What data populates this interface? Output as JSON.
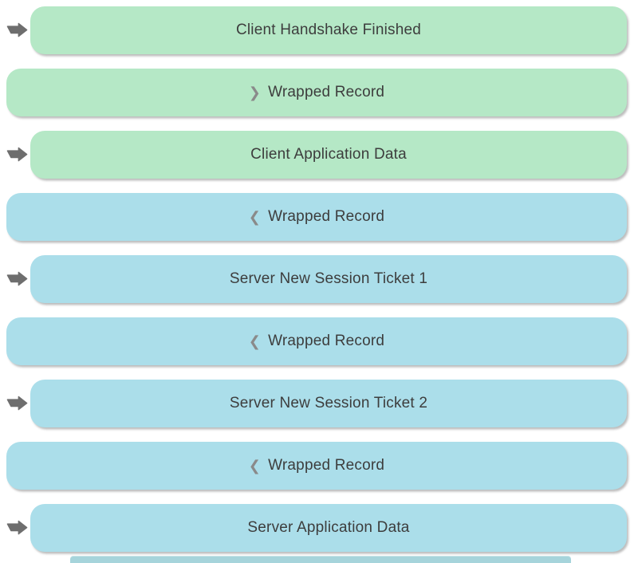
{
  "records": [
    {
      "label": "Client Handshake Finished",
      "direction": "client-to-server",
      "side": "client",
      "sent_arrow": true,
      "chevron": ""
    },
    {
      "label": "Wrapped Record",
      "direction": "client-to-server",
      "side": "client",
      "sent_arrow": false,
      "chevron": "❯"
    },
    {
      "label": "Client Application Data",
      "direction": "client-to-server",
      "side": "client",
      "sent_arrow": true,
      "chevron": ""
    },
    {
      "label": "Wrapped Record",
      "direction": "server-to-client",
      "side": "server",
      "sent_arrow": false,
      "chevron": "❮"
    },
    {
      "label": "Server New Session Ticket 1",
      "direction": "server-to-client",
      "side": "server",
      "sent_arrow": true,
      "chevron": ""
    },
    {
      "label": "Wrapped Record",
      "direction": "server-to-client",
      "side": "server",
      "sent_arrow": false,
      "chevron": "❮"
    },
    {
      "label": "Server New Session Ticket 2",
      "direction": "server-to-client",
      "side": "server",
      "sent_arrow": true,
      "chevron": ""
    },
    {
      "label": "Wrapped Record",
      "direction": "server-to-client",
      "side": "server",
      "sent_arrow": false,
      "chevron": "❮"
    },
    {
      "label": "Server Application Data",
      "direction": "server-to-client",
      "side": "server",
      "sent_arrow": true,
      "chevron": ""
    }
  ],
  "icons": {
    "sent_arrow": "right-arrow",
    "wrapped_right_chevron": "❯",
    "wrapped_left_chevron": "❮"
  },
  "colors": {
    "client_record": "#b5e8c6",
    "server_record": "#abdeea",
    "label_text": "#3d3d3d",
    "chevron": "#8a8a8a",
    "sent_arrow": "#6e6e6e",
    "next_record_peek": "#a6d4db",
    "background": "#ffffff"
  }
}
